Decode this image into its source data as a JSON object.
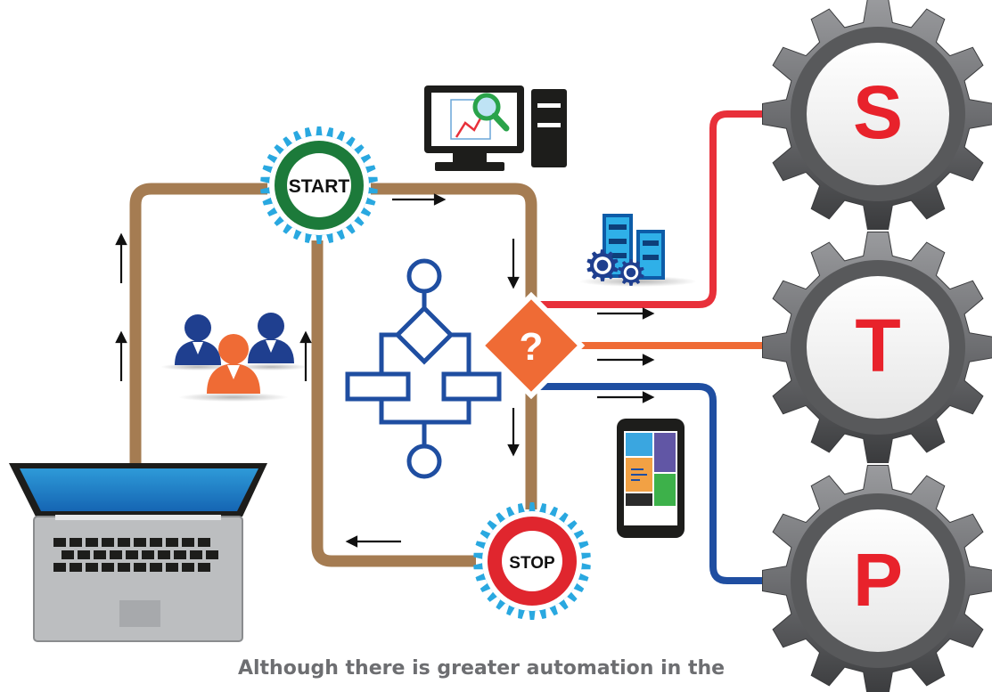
{
  "start_label": "START",
  "stop_label": "STOP",
  "decision_label": "?",
  "gear_letters": [
    "S",
    "T",
    "P"
  ],
  "caption": "Although there is greater automation in the",
  "colors": {
    "path_brown": "#a57c52",
    "line_red": "#e8303a",
    "line_orange": "#ef6b35",
    "line_blue": "#1f4ea1",
    "start_ring": "#1c7a3a",
    "stop_ring": "#e0262e",
    "cog_cyan": "#29a8e0",
    "decision_orange": "#ef6b35",
    "flowchart_blue": "#1f4ea1",
    "gear_letter": "#e8222b"
  },
  "icons": [
    "laptop-icon",
    "people-group-icon",
    "desktop-analytics-icon",
    "servers-gears-icon",
    "mobile-phone-icon",
    "flowchart-icon"
  ]
}
